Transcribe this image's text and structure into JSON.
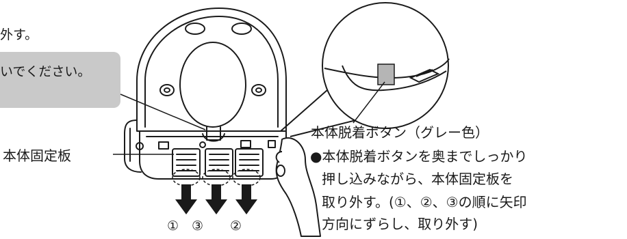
{
  "step_text": "外す。",
  "note_text": "いでください。",
  "plate_label": "本体固定板",
  "button_title": "本体脱着ボタン（グレー色）",
  "instructions": [
    "●本体脱着ボタンを奥までしっかり",
    "押し込みながら、本体固定板を",
    "取り外す。(①、②、③の順に矢印",
    "方向にずらし、取り外す)"
  ],
  "arrow_numbers": [
    "①",
    "③",
    "②"
  ],
  "colors": {
    "note_box": "#c9c9c9",
    "line": "#1a1a1a",
    "gray_button": "#b5b5b5"
  },
  "icons": [
    "toilet-seat-illustration",
    "magnified-button-detail",
    "hand-illustration",
    "down-arrow-icon"
  ]
}
